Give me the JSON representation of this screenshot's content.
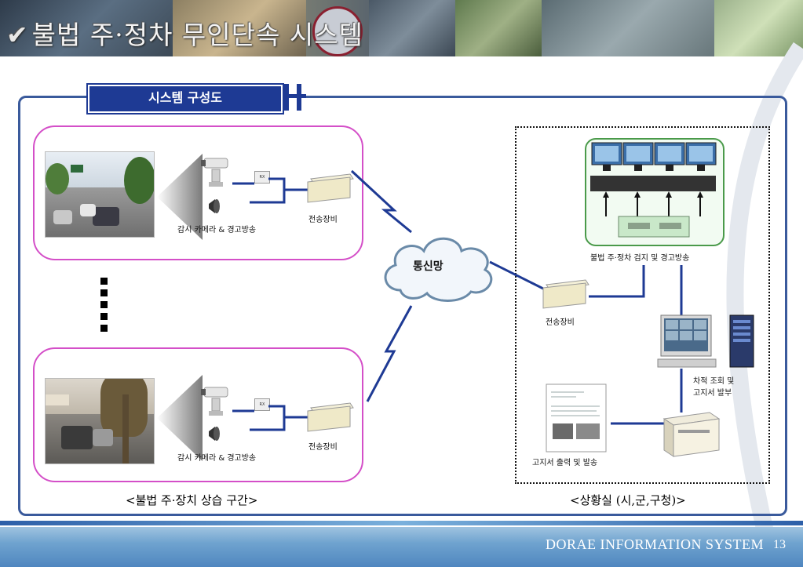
{
  "banner": {
    "title": "불법 주·정차 무인단속 시스템",
    "check_icon": "check-icon"
  },
  "section_title": "시스템 구성도",
  "field_units": [
    {
      "camera_label": "감시 카메라 & 경고방송",
      "rx_label": "RX",
      "transmitter_label": "전송장비"
    },
    {
      "camera_label": "감시 카메라 & 경고방송",
      "rx_label": "RX",
      "transmitter_label": "전송장비"
    }
  ],
  "network_label": "통신망",
  "control_room": {
    "detection_label": "불법 주·정차 검지 및 경고방송",
    "transmitter_label": "전송장비",
    "lookup_label_line1": "차적 조회 및",
    "lookup_label_line2": "고지서 발부",
    "print_label": "고지서 출력 및 발송"
  },
  "captions": {
    "left": "<불법 주·장치 상습 구간>",
    "right": "<상황실 (시,군,구청)>"
  },
  "footer": {
    "brand": "DORAE INFORMATION SYSTEM",
    "page": "13"
  },
  "colors": {
    "frame": "#3a5a9c",
    "title_bg": "#1e3a94",
    "section_border": "#d44fc8",
    "control_border": "#4a9a4a",
    "link_line": "#1e3a94"
  }
}
